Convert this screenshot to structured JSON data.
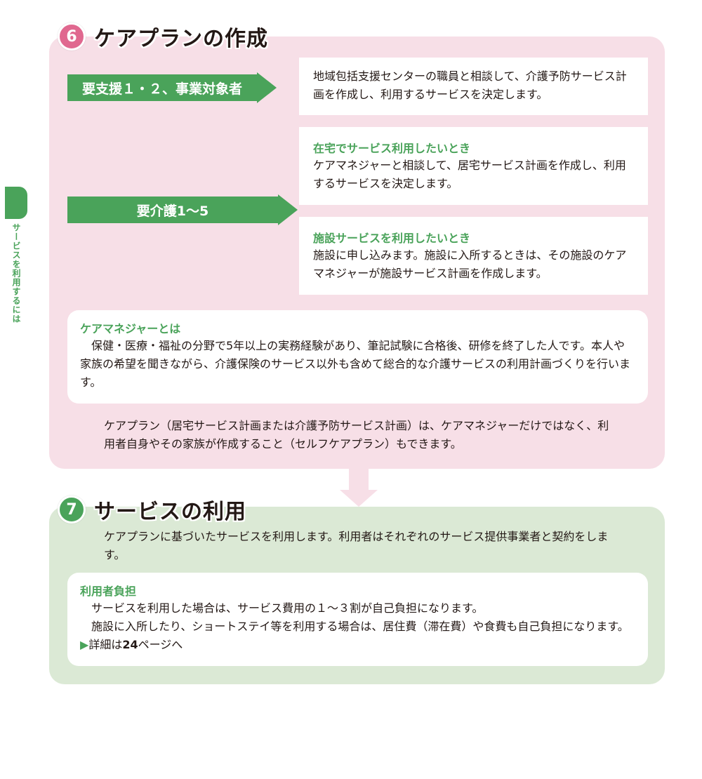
{
  "side": {
    "label": "サービスを利用するには"
  },
  "section6": {
    "number": "6",
    "title": "ケアプランの作成",
    "number_color": "#e0688f",
    "support": {
      "arrow_label": "要支援１・２、事業対象者",
      "box_text": "地域包括支援センターの職員と相談して、介護予防サービス計画を作成し、利用するサービスを決定します。"
    },
    "care": {
      "arrow_label": "要介護1〜5",
      "home": {
        "heading": "在宅でサービス利用したいとき",
        "text": "ケアマネジャーと相談して、居宅サービス計画を作成し、利用するサービスを決定します。"
      },
      "facility": {
        "heading": "施設サービスを利用したいとき",
        "text": "施設に申し込みます。施設に入所するときは、その施設のケアマネジャーが施設サービス計画を作成します。"
      }
    },
    "care_manager": {
      "heading": "ケアマネジャーとは",
      "text": "保健・医療・福祉の分野で5年以上の実務経験があり、筆記試験に合格後、研修を終了した人です。本人や家族の希望を聞きながら、介護保険のサービス以外も含めて総合的な介護サービスの利用計画づくりを行います。"
    },
    "note": "ケアプラン（居宅サービス計画または介護予防サービス計画）は、ケアマネジャーだけではなく、利用者自身やその家族が作成すること（セルフケアプラン）もできます。"
  },
  "section7": {
    "number": "7",
    "title": "サービスの利用",
    "number_color": "#4aa35a",
    "intro": "ケアプランに基づいたサービスを利用します。利用者はそれぞれのサービス提供事業者と契約をします。",
    "burden": {
      "heading": "利用者負担",
      "line1": "サービスを利用した場合は、サービス費用の１〜３割が自己負担になります。",
      "line2": "施設に入所したり、ショートステイ等を利用する場合は、居住費（滞在費）や食費も自己負担になります。",
      "detail_marker": "▶",
      "detail_prefix": "詳細は",
      "detail_page": "24",
      "detail_suffix": "ページへ"
    }
  },
  "colors": {
    "pink_panel": "#f7dfe7",
    "green_panel": "#dbe9d5",
    "green_accent": "#4aa35a",
    "pink_accent": "#e0688f"
  }
}
